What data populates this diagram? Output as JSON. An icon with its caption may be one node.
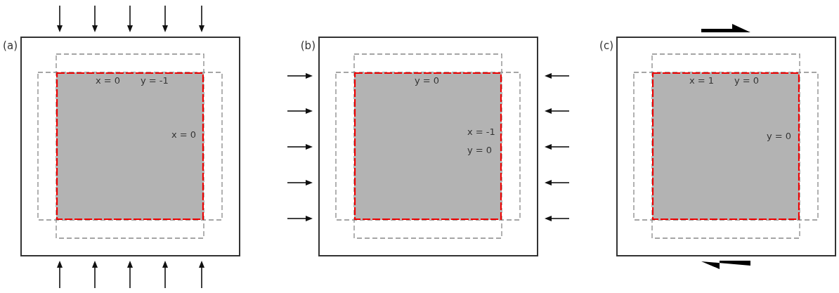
{
  "diagram": {
    "nodes": [
      {
        "text": [
          "(a)"
        ]
      },
      {
        "text": [
          "x = 0",
          "y = -1",
          "x = 0"
        ],
        "in": 0
      },
      {
        "text": [
          "(b)"
        ]
      },
      {
        "text": [
          "y = 0",
          "x = -1",
          "y = 0"
        ],
        "in": 2
      },
      {
        "text": [
          "(c)"
        ]
      },
      {
        "text": [
          "x = 1",
          "y = 0",
          "y = 0"
        ],
        "in": 4
      }
    ]
  }
}
